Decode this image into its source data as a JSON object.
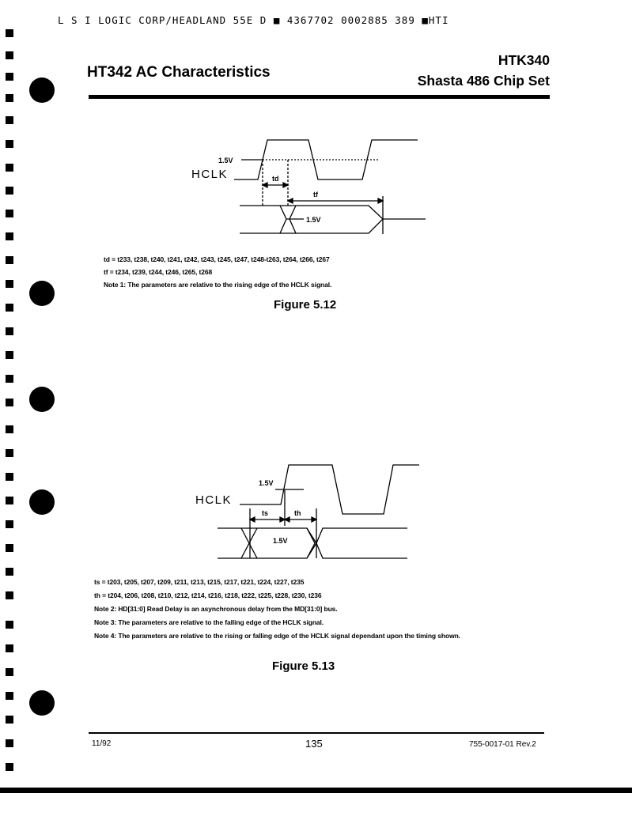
{
  "header": {
    "scan_line": "L S I LOGIC CORP/HEADLAND  55E D  ■ 4367702 0002885 389 ■HTI",
    "title_left": "HT342 AC Characteristics",
    "title_right_1": "HTK340",
    "title_right_2": "Shasta 486 Chip Set"
  },
  "figure_512": {
    "label_1_5v": "1.5V",
    "label_hclk": "HCLK",
    "label_td": "td",
    "label_tf": "tf",
    "label_1_5v_data": "1.5V",
    "note_td": "td = t233, t238, t240, t241, t242, t243, t245, t247, t248-t263, t264, t266, t267",
    "note_tf": "tf = t234, t239, t244, t246, t265, t268",
    "note_1": "Note 1: The parameters are relative to the rising edge of the HCLK signal.",
    "caption": "Figure 5.12"
  },
  "figure_513": {
    "label_1_5v": "1.5V",
    "label_hclk": "HCLK",
    "label_ts": "ts",
    "label_th": "th",
    "label_1_5v_data": "1.5V",
    "note_ts": "ts = t203, t205, t207, t209, t211, t213, t215, t217, t221, t224, t227, t235",
    "note_th": "th = t204, t206, t208, t210, t212, t214, t216, t218, t222, t225, t228, t230, t236",
    "note_2": "Note 2: HD[31:0] Read Delay is an asynchronous delay from the MD[31:0] bus.",
    "note_3": "Note 3: The parameters are relative to the falling edge of the HCLK signal.",
    "note_4": "Note 4: The parameters are relative to the rising or falling edge of the HCLK signal dependant upon the timing shown.",
    "caption": "Figure 5.13"
  },
  "footer": {
    "date": "11/92",
    "page": "135",
    "doc_number": "755-0017-01 Rev.2"
  }
}
